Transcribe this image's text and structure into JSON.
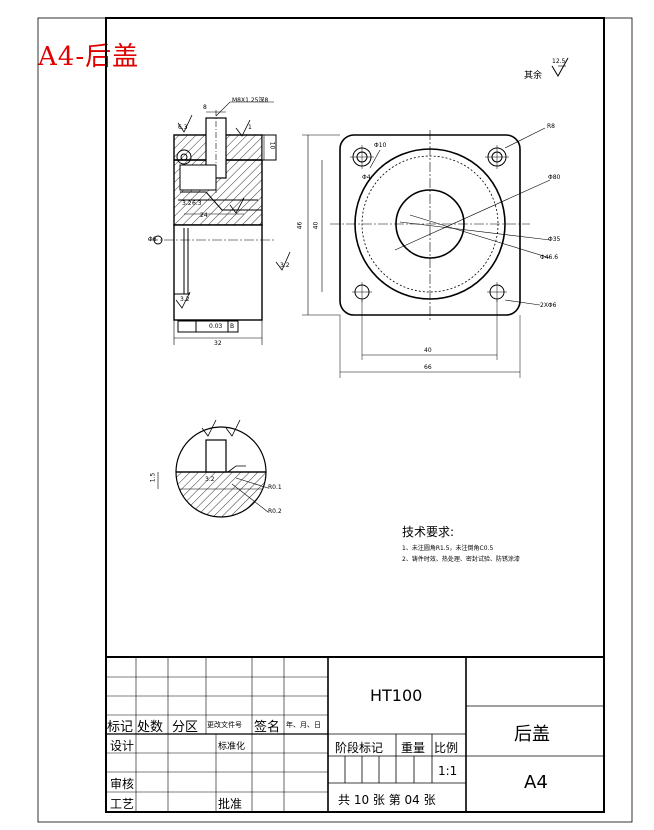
{
  "sheet_title": "A4-后盖",
  "roughness": {
    "prefix": "其余",
    "value": "12.5"
  },
  "dimensions": {
    "thread": "M8X1.25深8",
    "d1": "1",
    "d2": "10",
    "d3": "24",
    "d4": "32",
    "d5": "46",
    "d6": "66",
    "d7": "3.2",
    "d8": "6.3",
    "d9": "6.3",
    "tol": "0.03",
    "datum": "B",
    "r1": "R0.1",
    "r2": "R0.2",
    "h1": "1.5",
    "r_face": "3.2",
    "top_v": "8",
    "phi_small": "Φ6",
    "phi_outer": "Φ80",
    "phi_bore": "Φ4",
    "phi_35": "Φ35",
    "phi_46": "Φ46.6",
    "holes": "2XΦ6",
    "phi_10": "Φ10",
    "r_corner": "R8",
    "v_46": "46",
    "v_66": "66",
    "v_40": "40"
  },
  "tech_requirements": {
    "heading": "技术要求:",
    "items": [
      "1、未注圆角R1.5，未注倒角C0.5",
      "2、铸件时效、热处理、密封试验、防锈涂漆"
    ]
  },
  "title_block": {
    "material": "HT100",
    "part_name": "后盖",
    "sheet_size": "A4",
    "revision_headers": [
      "标记",
      "处数",
      "分区",
      "更改文件号",
      "签名",
      "年、月、日"
    ],
    "roles": {
      "design": "设计",
      "standardize": "标准化",
      "review": "审核",
      "process": "工艺",
      "approve": "批准"
    },
    "stage_mark": "阶段标记",
    "weight": "重量",
    "scale_label": "比例",
    "scale_value": "1:1",
    "sheet_count": "共 10 张 第 04 张"
  }
}
